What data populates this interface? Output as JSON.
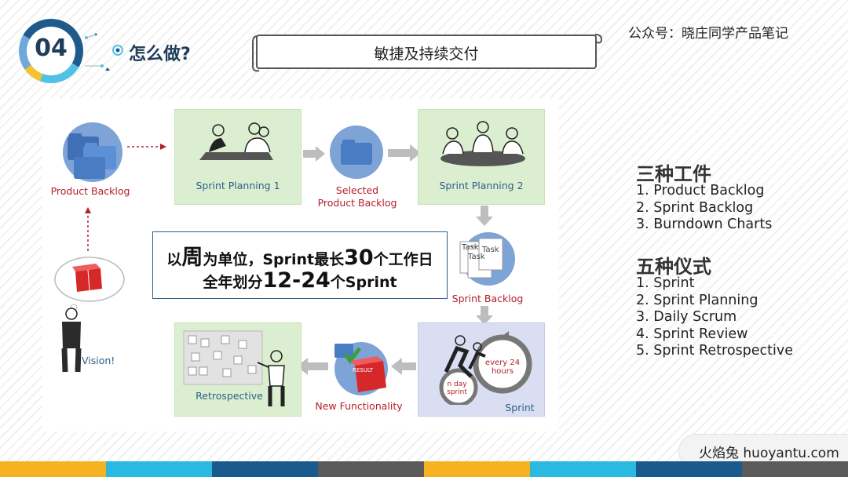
{
  "header": {
    "section_number": "04",
    "section_title": "怎么做?",
    "banner_title": "敏捷及持续交付",
    "account": "公众号：晓庄同学产品笔记"
  },
  "diagram": {
    "product_backlog": "Product Backlog",
    "sprint_planning_1": "Sprint Planning 1",
    "selected_backlog_line1": "Selected",
    "selected_backlog_line2": "Product Backlog",
    "sprint_planning_2": "Sprint Planning 2",
    "task_card_1": "Task",
    "task_card_2": "Task",
    "task_card_3": "Task",
    "sprint_backlog": "Sprint Backlog",
    "every_24_line1": "every 24",
    "every_24_line2": "hours",
    "n_day_line1": "n day",
    "n_day_line2": "sprint",
    "sprint": "Sprint",
    "result_tag": "RESULT",
    "new_functionality": "New Functionality",
    "retrospective": "Retrospective",
    "vision": "Vision!",
    "callout": {
      "l1_a": "以",
      "l1_b": "周",
      "l1_c": "为单位，Sprint最长",
      "l1_d": "30",
      "l1_e": "个工作日",
      "l2_a": "全年划分",
      "l2_b": "12-24",
      "l2_c": "个Sprint"
    }
  },
  "artifacts": {
    "title": "三种工件",
    "items": [
      "1. Product Backlog",
      "2. Sprint Backlog",
      "3. Burndown Charts"
    ]
  },
  "ceremonies": {
    "title": "五种仪式",
    "items": [
      "1. Sprint",
      "2. Sprint Planning",
      "3. Daily Scrum",
      "4. Sprint Review",
      "5. Sprint Retrospective"
    ]
  },
  "watermark": {
    "text": "火焰兔 huoyantu.com"
  },
  "colors": {
    "stage_green": "#dbeecf",
    "sprint_blue": "#d9def2",
    "label_blue": "#2d5f8a",
    "label_red": "#b3202a",
    "arrow_gray": "#bdbdbd",
    "strip": [
      "#f6b221",
      "#2ab9e0",
      "#1b5a8c",
      "#5a5a5a",
      "#f6b221",
      "#2ab9e0",
      "#1b5a8c",
      "#5a5a5a"
    ]
  }
}
